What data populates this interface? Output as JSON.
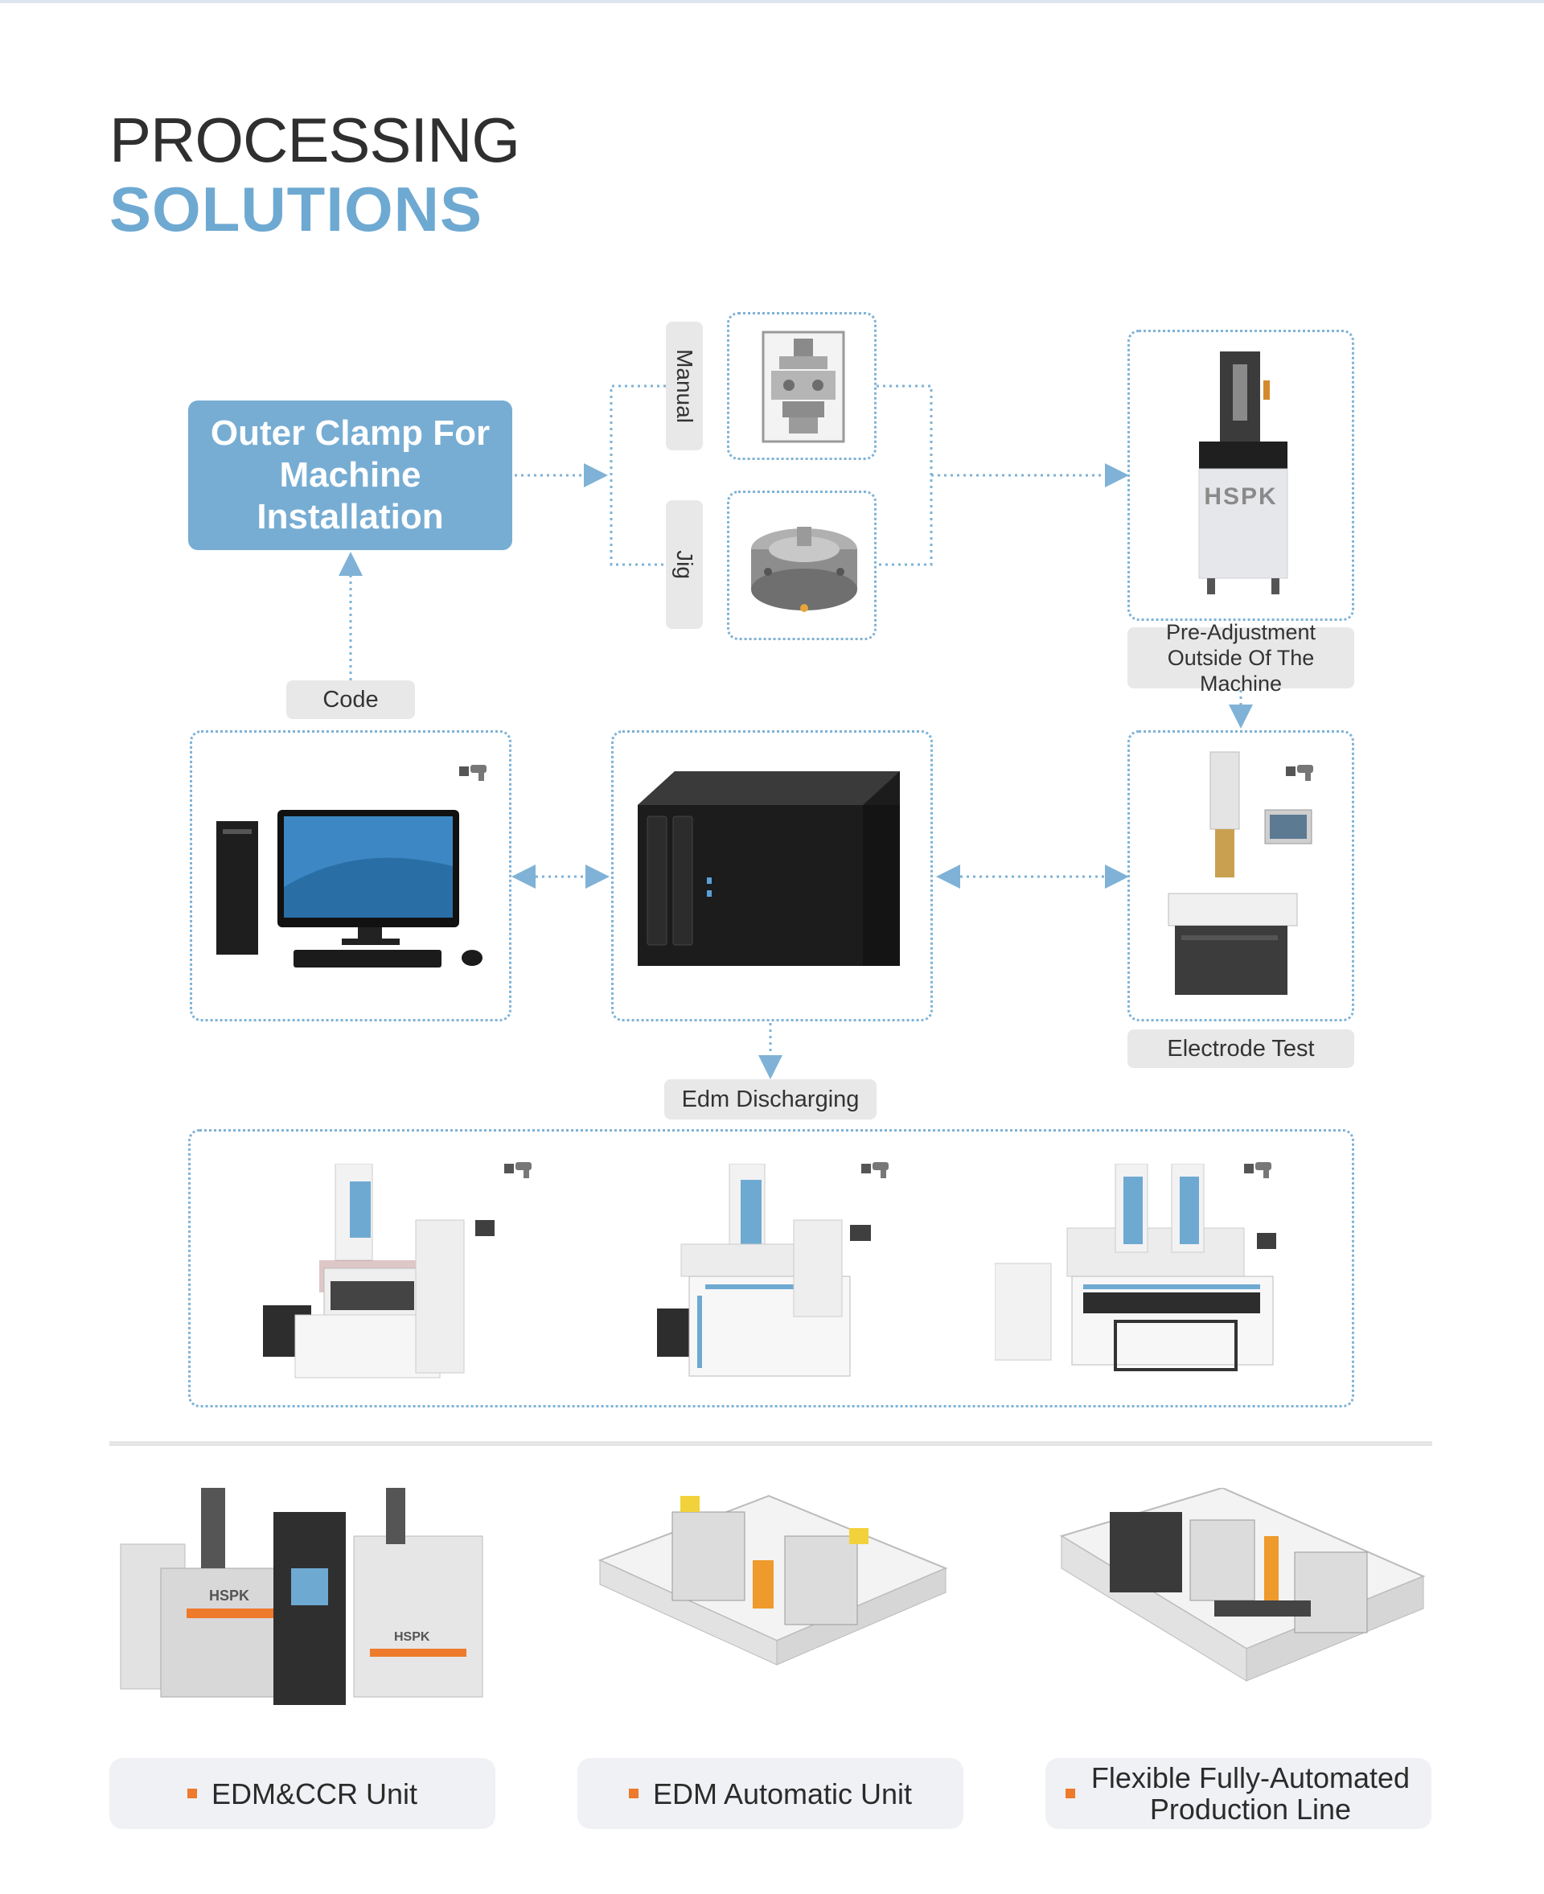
{
  "heading": {
    "line1": "PROCESSING",
    "line2": "SOLUTIONS"
  },
  "colors": {
    "accent": "#77add3",
    "connector": "#7fb2d6",
    "bullet": "#ee7a2c",
    "label_bg": "#e8e8e8"
  },
  "diagram": {
    "start_box": "Outer Clamp For Machine Installation",
    "clamp_options": [
      "Manual",
      "Jig"
    ],
    "preadjust_label": "Pre-Adjustment Outside Of The Machine",
    "electrode_label": "Electrode Test",
    "code_label": "Code",
    "edm_label": "Edm Discharging",
    "preadjust_brand": "HSPK"
  },
  "solutions": [
    {
      "label": "EDM&CCR Unit"
    },
    {
      "label": "EDM Automatic Unit"
    },
    {
      "label": "Flexible Fully-Automated Production Line"
    }
  ],
  "icons": [
    "barcode-scanner-icon"
  ]
}
